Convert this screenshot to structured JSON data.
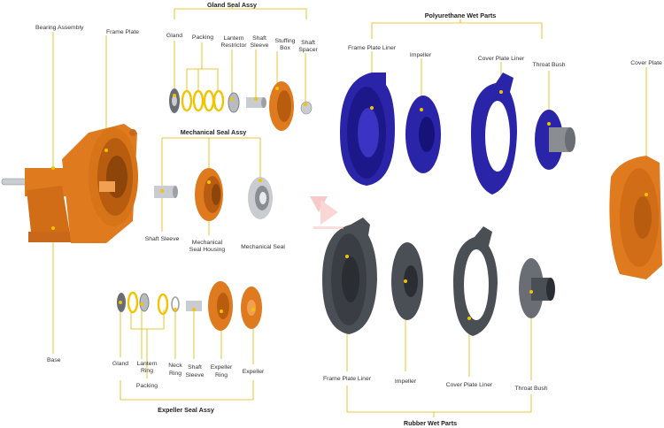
{
  "colors": {
    "orange": "#e07a1e",
    "orange_dark": "#b85c10",
    "blue": "#2a24a8",
    "blue_dark": "#16127a",
    "rubber": "#4a4f55",
    "rubber_dark": "#2a2e33",
    "yellow_line": "#e0b800",
    "silver": "#c9ccd0"
  },
  "left": {
    "bearing_assembly": "Bearing Assembly",
    "frame_plate": "Frame Plate",
    "base": "Base"
  },
  "gland_seal": {
    "title": "Gland Seal Assy",
    "gland": "Gland",
    "packing": "Packing",
    "lantern_restrictor": [
      "Lantern",
      "Restrictor"
    ],
    "shaft_sleeve": [
      "Shaft",
      "Sleeve"
    ],
    "stuffing_box": [
      "Stuffing",
      "Box"
    ],
    "shaft_spacer": [
      "Shaft",
      "Spacer"
    ]
  },
  "mechanical_seal": {
    "title": "Mechanical Seal Assy",
    "shaft_sleeve": "Shaft Sleeve",
    "housing": [
      "Mechanical",
      "Seal Housing"
    ],
    "seal": "Mechanical Seal"
  },
  "expeller_seal": {
    "title": "Expeller Seal Assy",
    "gland": "Gland",
    "lantern_ring": [
      "Lantern",
      "Ring"
    ],
    "packing": "Packing",
    "neck_ring": [
      "Neck",
      "Ring"
    ],
    "shaft_sleeve": [
      "Shaft",
      "Sleeve"
    ],
    "expeller_ring": [
      "Expeller",
      "Ring"
    ],
    "expeller": "Expeller"
  },
  "polyurethane": {
    "title": "Polyurethane Wet Parts",
    "frame_plate_liner": "Frame Plate Liner",
    "impeller": "Impeller",
    "cover_plate_liner": "Cover Plate Liner",
    "throat_bush": "Throat Bush"
  },
  "cover_plate": "Cover Plate",
  "rubber": {
    "title": "Rubber Wet Parts",
    "frame_plate_liner": "Frame Plate Liner",
    "impeller": "Impeller",
    "cover_plate_liner": "Cover Plate Liner",
    "throat_bush": "Throat Bush"
  }
}
